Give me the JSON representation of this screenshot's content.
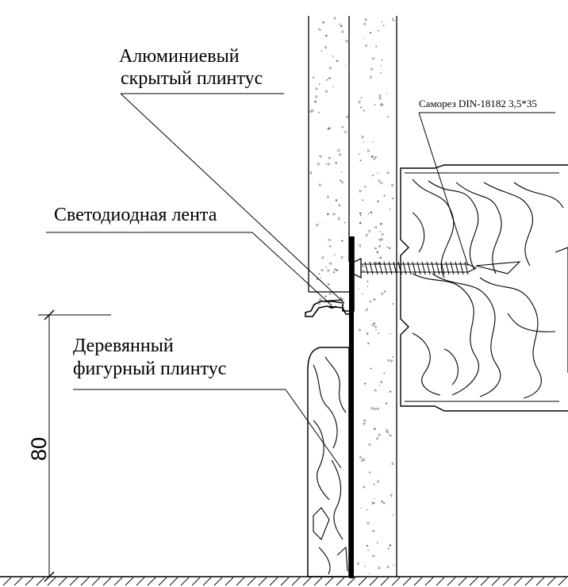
{
  "labels": {
    "aluminum_line1": "Алюминиевый",
    "aluminum_line2": "скрытый плинтус",
    "screw": "Саморез DIN-18182 3,5*35",
    "led": "Светодиодная лента",
    "wood_line1": "Деревянный",
    "wood_line2": "фигурный плинтус"
  },
  "dimension": {
    "height_value": "80"
  },
  "colors": {
    "line": "#000000",
    "background": "#ffffff",
    "speckle": "#7a7a7a"
  }
}
